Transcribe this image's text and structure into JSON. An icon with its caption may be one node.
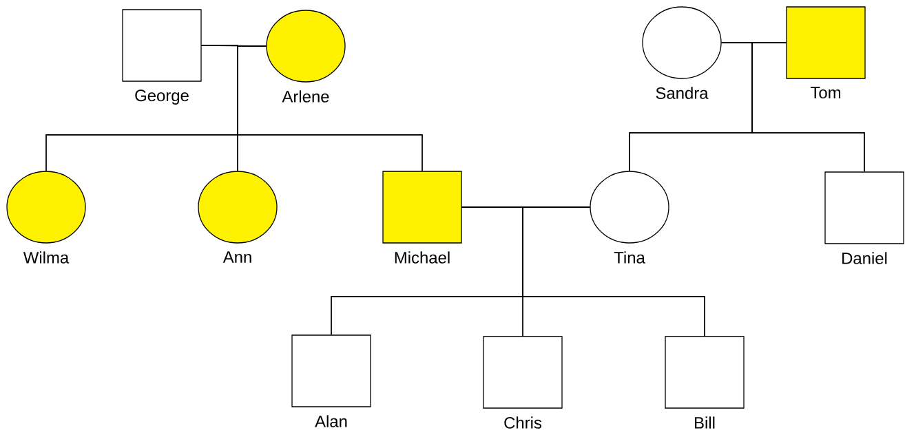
{
  "diagram": {
    "nodes": [
      {
        "text": [],
        "shape": "box",
        "beside": [
          "George"
        ]
      },
      {
        "text": [],
        "shape": "circle",
        "beside": [
          "Arlene"
        ]
      },
      {
        "text": [],
        "shape": "circle",
        "beside": [
          "Sandra"
        ]
      },
      {
        "text": [],
        "shape": "box",
        "beside": [
          "Tom"
        ]
      },
      {
        "text": [],
        "shape": "circle",
        "beside": [
          "Wilma"
        ]
      },
      {
        "text": [],
        "shape": "circle",
        "beside": [
          "Ann"
        ]
      },
      {
        "text": [],
        "shape": "box",
        "beside": [
          "Michael"
        ]
      },
      {
        "text": [],
        "shape": "circle",
        "beside": [
          "Tina"
        ]
      },
      {
        "text": [],
        "shape": "box",
        "beside": [
          "Daniel"
        ]
      },
      {
        "text": [],
        "shape": "box",
        "beside": [
          "Alan"
        ]
      },
      {
        "text": [],
        "shape": "box",
        "beside": [
          "Chris"
        ]
      },
      {
        "text": [],
        "shape": "box",
        "beside": [
          "Bill"
        ]
      }
    ],
    "edges": [
      {
        "from": 0,
        "to": 1,
        "arrow": "none"
      },
      {
        "from": 2,
        "to": 3,
        "arrow": "none"
      },
      {
        "from": 6,
        "to": 7,
        "arrow": "none"
      },
      {
        "from": 0,
        "to": 4,
        "arrow": "none"
      },
      {
        "from": 1,
        "to": 4,
        "arrow": "none"
      },
      {
        "from": 0,
        "to": 5,
        "arrow": "none"
      },
      {
        "from": 1,
        "to": 5,
        "arrow": "none"
      },
      {
        "from": 0,
        "to": 6,
        "arrow": "none"
      },
      {
        "from": 1,
        "to": 6,
        "arrow": "none"
      },
      {
        "from": 2,
        "to": 7,
        "arrow": "none"
      },
      {
        "from": 3,
        "to": 7,
        "arrow": "none"
      },
      {
        "from": 2,
        "to": 8,
        "arrow": "none"
      },
      {
        "from": 3,
        "to": 8,
        "arrow": "none"
      },
      {
        "from": 6,
        "to": 9,
        "arrow": "none"
      },
      {
        "from": 7,
        "to": 9,
        "arrow": "none"
      },
      {
        "from": 6,
        "to": 10,
        "arrow": "none"
      },
      {
        "from": 7,
        "to": 10,
        "arrow": "none"
      },
      {
        "from": 6,
        "to": 11,
        "arrow": "none"
      },
      {
        "from": 7,
        "to": 11,
        "arrow": "none"
      }
    ]
  }
}
